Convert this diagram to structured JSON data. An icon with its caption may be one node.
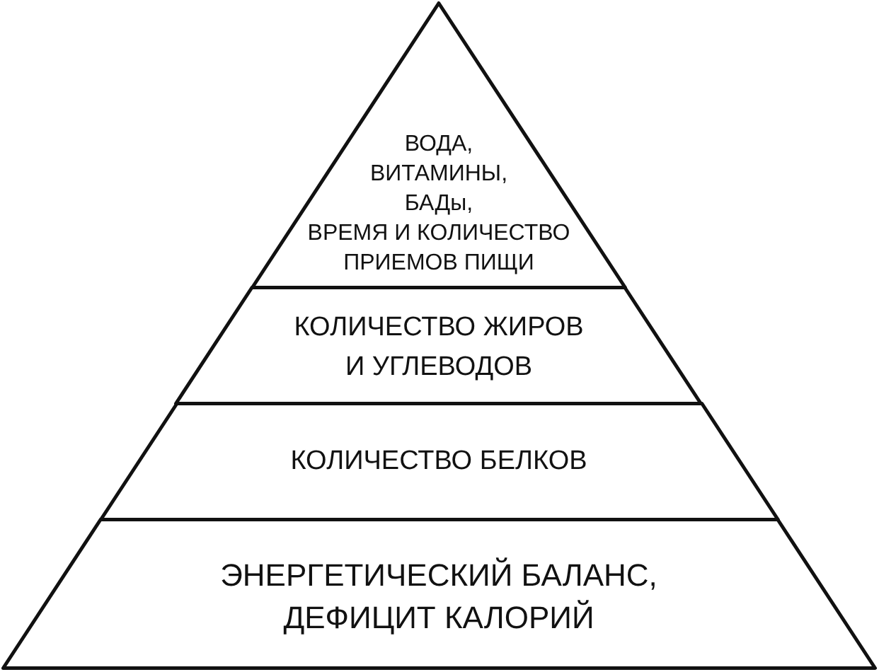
{
  "diagram": {
    "nodes": [
      {
        "text": [
          "ВОДА, ВИТАМИНЫ, БАДы, ВРЕМЯ И КОЛИЧЕСТВО ПРИЕМОВ ПИЩИ"
        ]
      },
      {
        "text": [
          "КОЛИЧЕСТВО ЖИРОВ И УГЛЕВОДОВ"
        ]
      },
      {
        "text": [
          "КОЛИЧЕСТВО БЕЛКОВ"
        ]
      },
      {
        "text": [
          "ЭНЕРГЕТИЧЕСКИЙ БАЛАНС, ДЕФИЦИТ КАЛОРИЙ"
        ]
      }
    ]
  }
}
